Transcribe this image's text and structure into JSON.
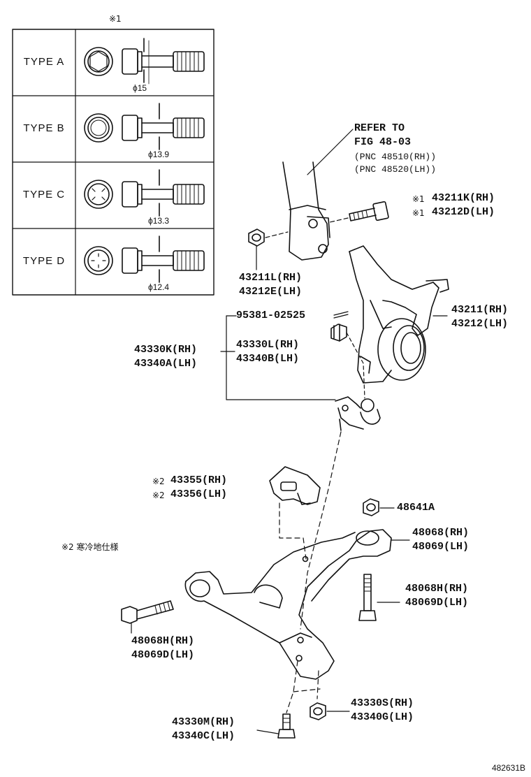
{
  "table": {
    "header_mark": "※1",
    "rows": [
      {
        "type": "TYPE A",
        "diameter": "ϕ15"
      },
      {
        "type": "TYPE B",
        "diameter": "ϕ13.9"
      },
      {
        "type": "TYPE C",
        "diameter": "ϕ13.3"
      },
      {
        "type": "TYPE D",
        "diameter": "ϕ12.4"
      }
    ]
  },
  "refer": {
    "line1": "REFER TO",
    "line2": "FIG 48-03",
    "line3": "(PNC 48510(RH))",
    "line4": "(PNC 48520(LH))"
  },
  "parts": {
    "p43211k": {
      "mark": "※1",
      "rh": "43211K(RH)"
    },
    "p43212d": {
      "mark": "※1",
      "lh": "43212D(LH)"
    },
    "p43211l": {
      "rh": "43211L(RH)",
      "lh": "43212E(LH)"
    },
    "p43211": {
      "rh": "43211(RH)",
      "lh": "43212(LH)"
    },
    "p95381": {
      "code": "95381-02525"
    },
    "p43330l": {
      "rh": "43330L(RH)",
      "lh": "43340B(LH)"
    },
    "p43330k": {
      "rh": "43330K(RH)",
      "lh": "43340A(LH)"
    },
    "p43355": {
      "mark": "※2",
      "rh": "43355(RH)"
    },
    "p43356": {
      "mark": "※2",
      "lh": "43356(LH)"
    },
    "p48641a": {
      "code": "48641A"
    },
    "p48068": {
      "rh": "48068(RH)",
      "lh": "48069(LH)"
    },
    "p48068h_right": {
      "rh": "48068H(RH)",
      "lh": "48069D(LH)"
    },
    "p48068h_left": {
      "rh": "48068H(RH)",
      "lh": "48069D(LH)"
    },
    "p43330s": {
      "rh": "43330S(RH)",
      "lh": "43340G(LH)"
    },
    "p43330m": {
      "rh": "43330M(RH)",
      "lh": "43340C(LH)"
    }
  },
  "note": "※2 寒冷地仕様",
  "figure_number": "482631B"
}
